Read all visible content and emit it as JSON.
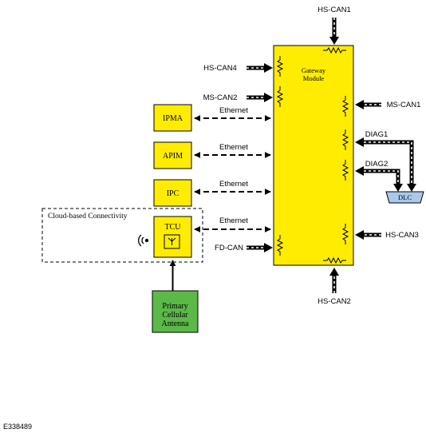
{
  "gateway": {
    "line1": "Gateway",
    "line2": "Module"
  },
  "modules": {
    "ipma": "IPMA",
    "apim": "APIM",
    "ipc": "IPC",
    "tcu": "TCU"
  },
  "cloud_label": "Cloud-based Connectivity",
  "antenna": {
    "line1": "Primary",
    "line2": "Cellular",
    "line3": "Antenna"
  },
  "buses": {
    "hs_can1": "HS-CAN1",
    "hs_can4": "HS-CAN4",
    "ms_can2": "MS-CAN2",
    "ms_can1": "MS-CAN1",
    "diag1": "DIAG1",
    "diag2": "DIAG2",
    "hs_can3": "HS-CAN3",
    "fd_can": "FD-CAN",
    "hs_can2": "HS-CAN2"
  },
  "ethernet": {
    "e1": "Ethernet",
    "e2": "Ethernet",
    "e3": "Ethernet",
    "e4": "Ethernet"
  },
  "dlc": "DLC",
  "figure_id": "E338489",
  "colors": {
    "module_fill": "#ffec00",
    "antenna_fill": "#5cb848",
    "connector_fill": "#a9c8ea"
  }
}
